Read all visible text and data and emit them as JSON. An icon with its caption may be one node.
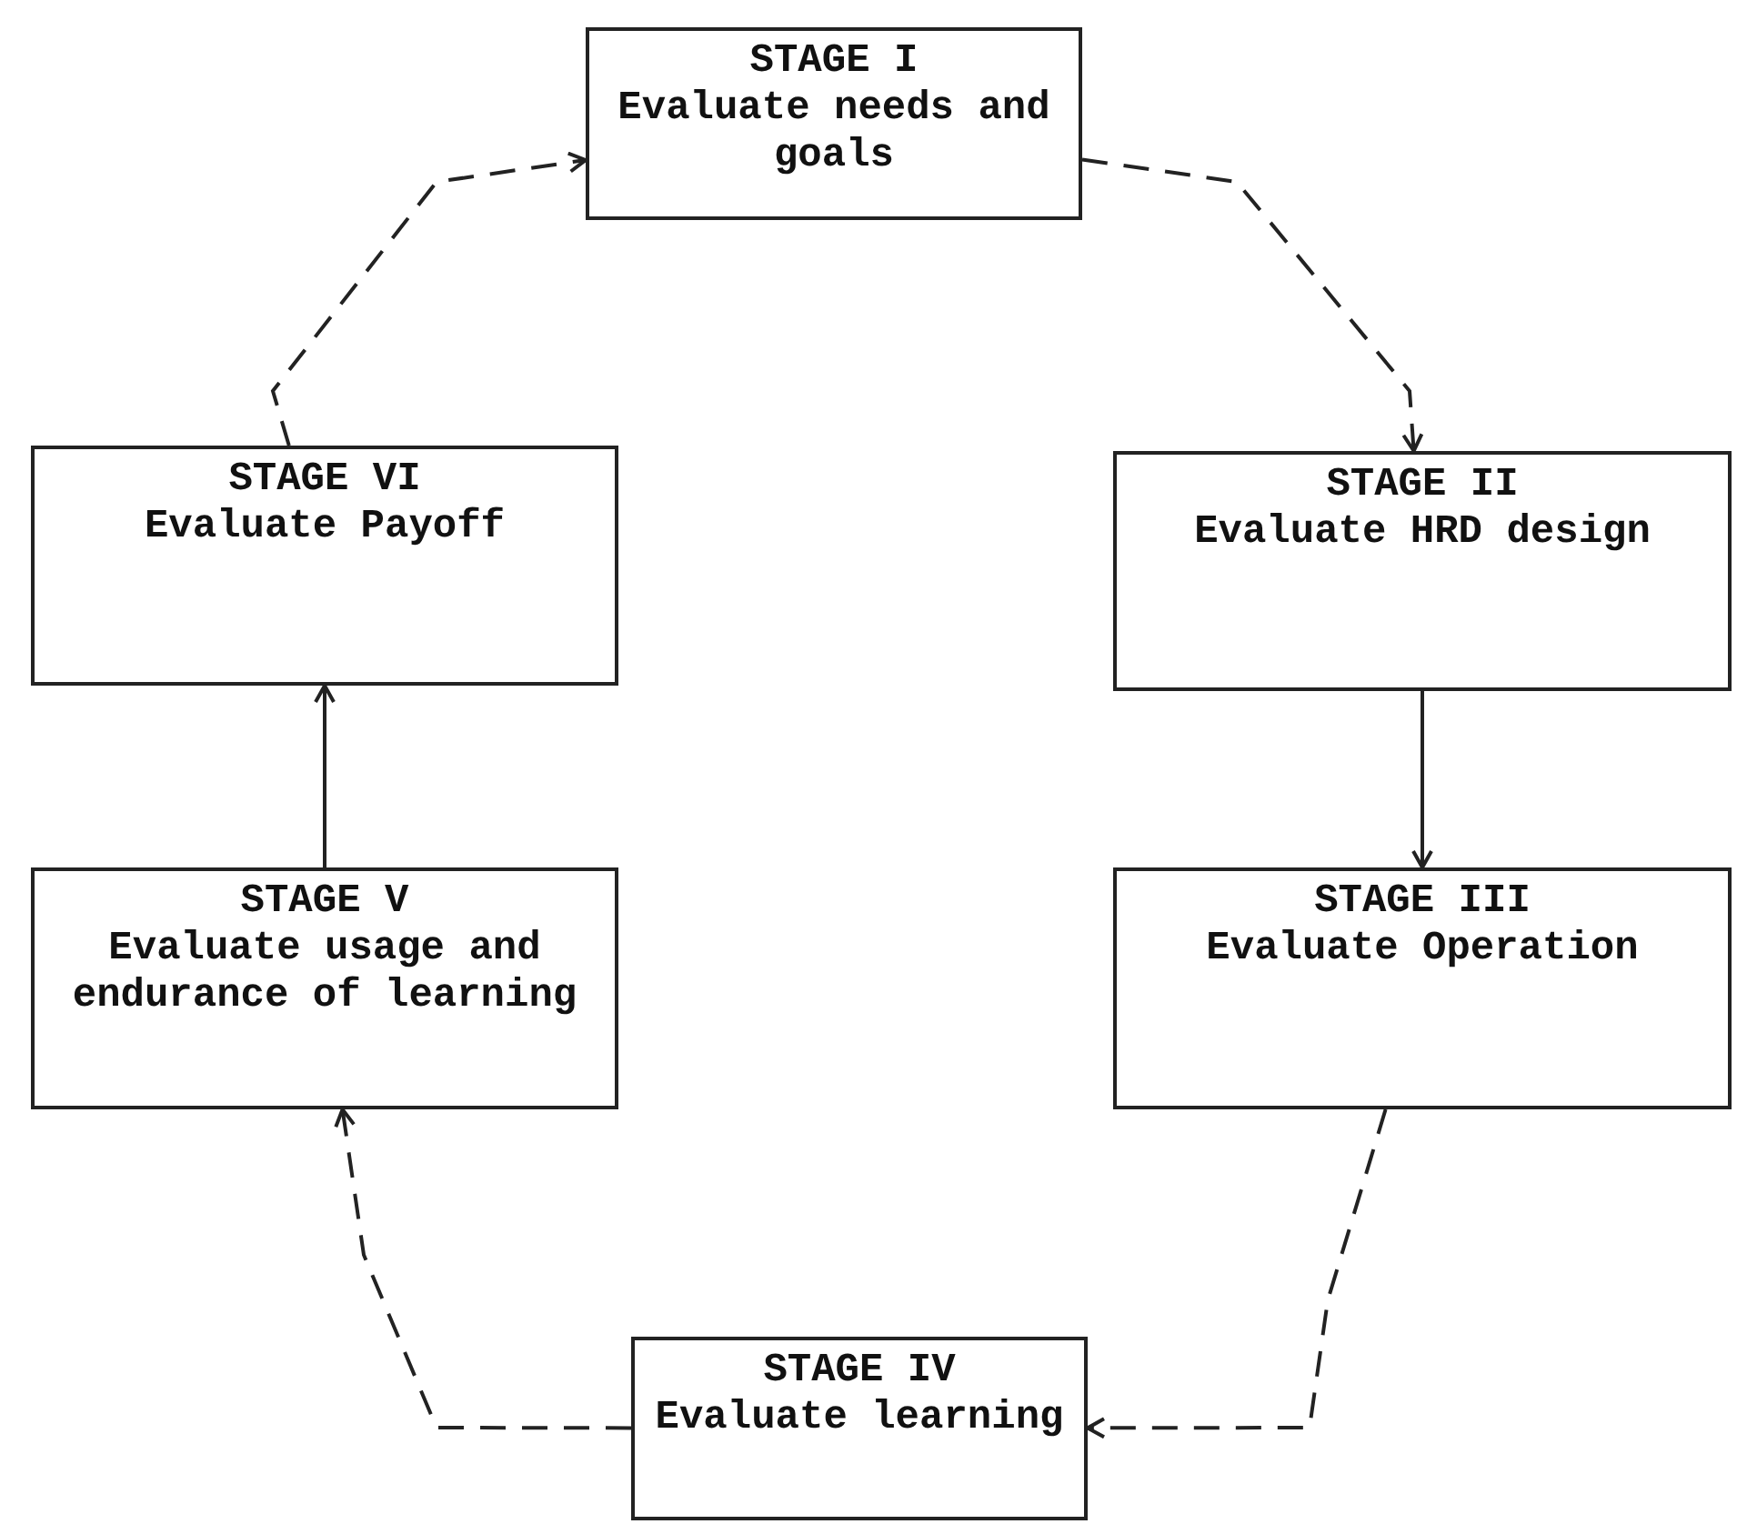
{
  "diagram": {
    "nodes": [
      {
        "text": [
          "STAGE I",
          "Evaluate needs and goals"
        ]
      },
      {
        "text": [
          "STAGE II",
          "Evaluate HRD design"
        ]
      },
      {
        "text": [
          "STAGE III",
          "Evaluate Operation"
        ]
      },
      {
        "text": [
          "STAGE IV",
          "Evaluate learning"
        ]
      },
      {
        "text": [
          "STAGE V",
          "Evaluate usage and endurance of learning"
        ]
      },
      {
        "text": [
          "STAGE VI",
          "Evaluate Payoff"
        ]
      }
    ],
    "edges": [
      {
        "from": 0,
        "to": 1,
        "arrow": "to",
        "style": "dashed"
      },
      {
        "from": 1,
        "to": 2,
        "arrow": "to"
      },
      {
        "from": 2,
        "to": 3,
        "arrow": "to",
        "style": "dashed"
      },
      {
        "from": 3,
        "to": 4,
        "arrow": "to",
        "style": "dashed"
      },
      {
        "from": 4,
        "to": 5,
        "arrow": "to"
      },
      {
        "from": 5,
        "to": 0,
        "arrow": "to",
        "style": "dashed"
      }
    ]
  }
}
